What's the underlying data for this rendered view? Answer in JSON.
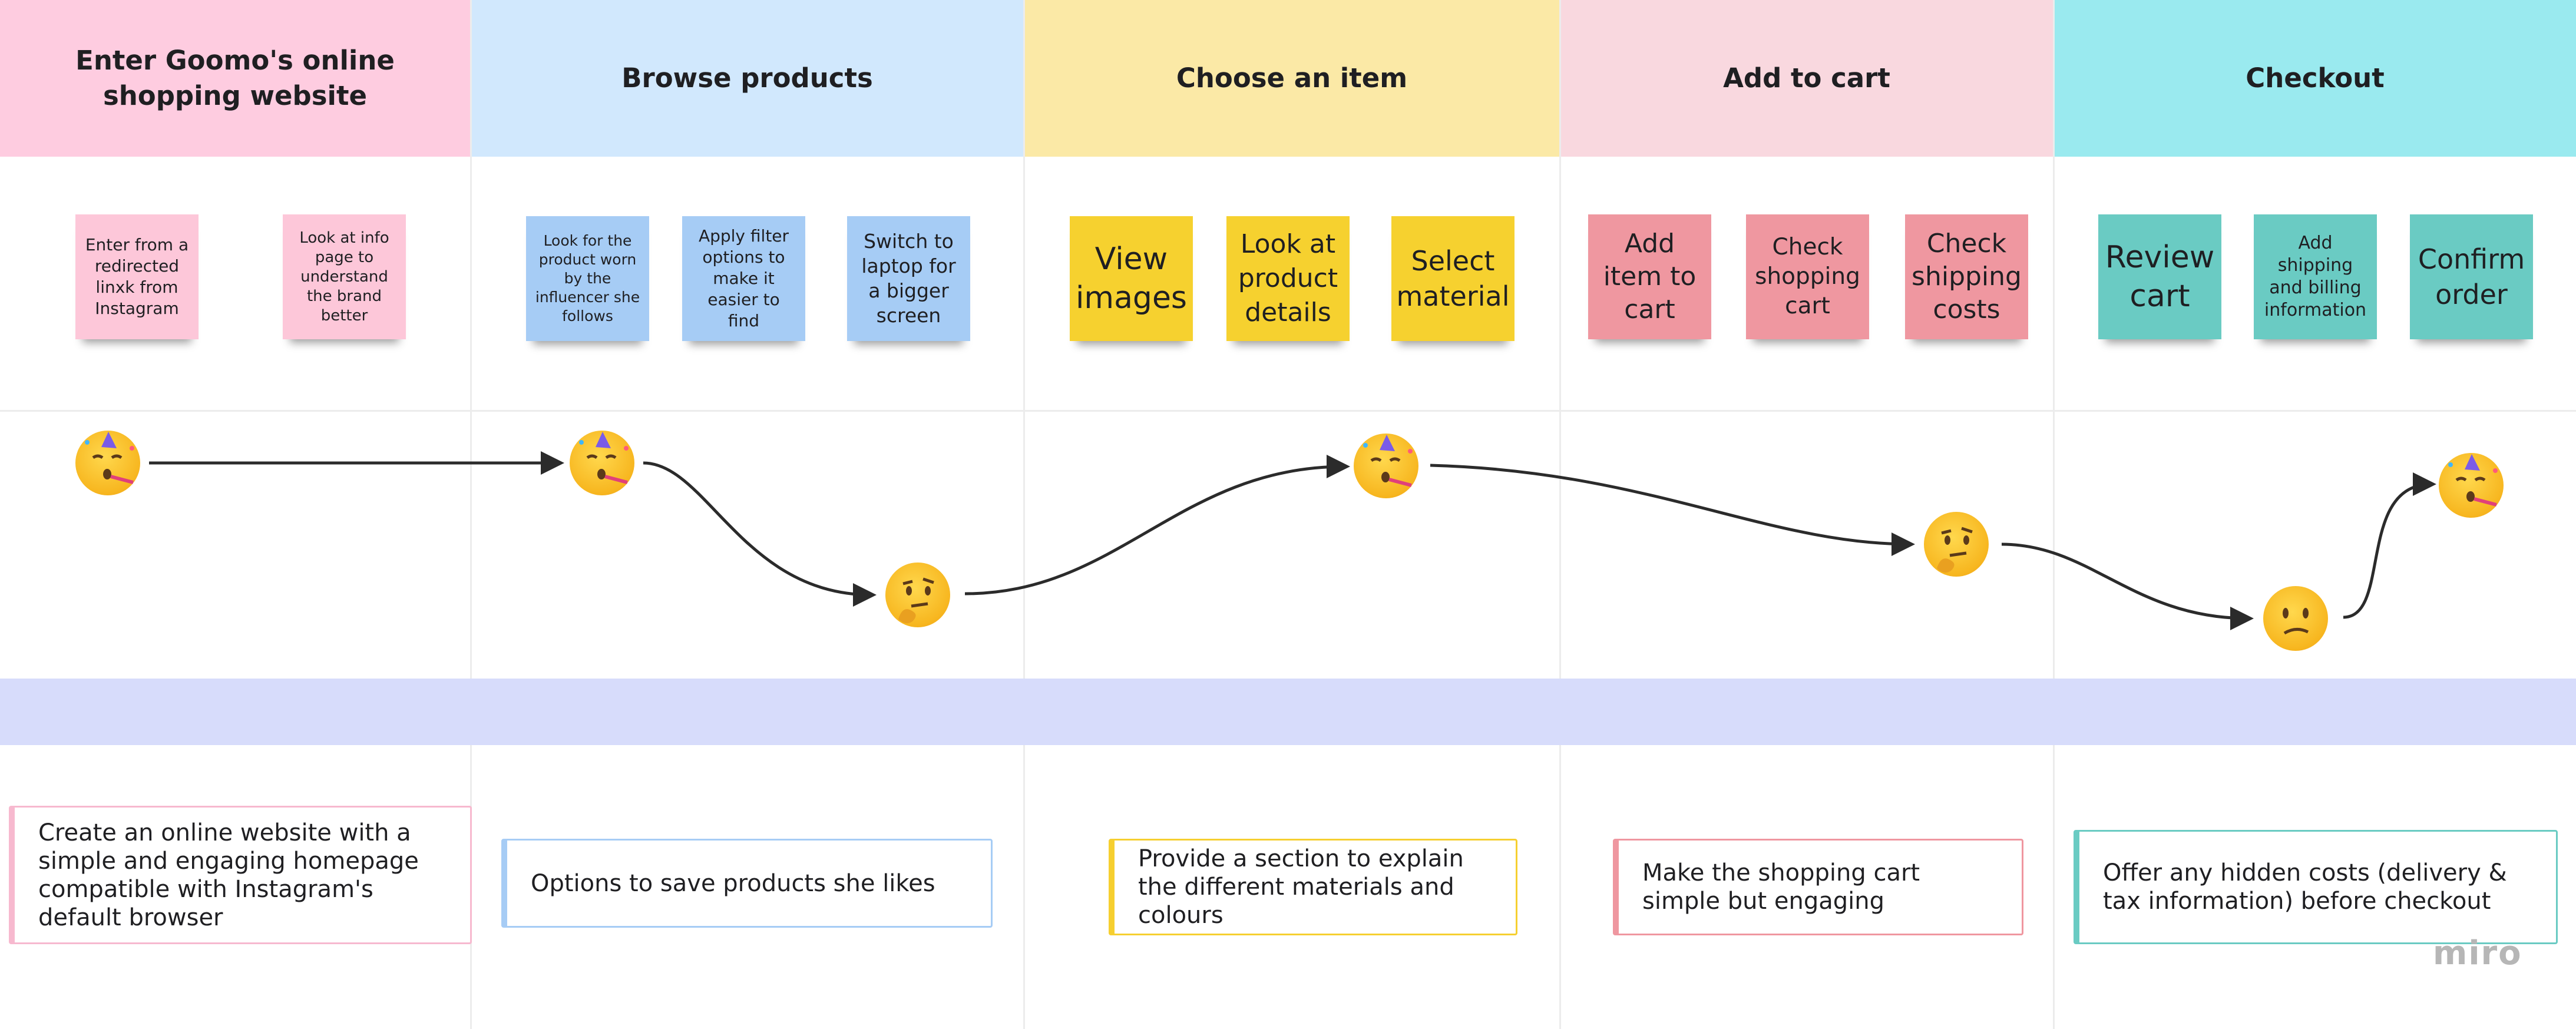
{
  "stages": [
    {
      "title": "Enter Goomo's online shopping website",
      "color": "#fecce0"
    },
    {
      "title": "Browse products",
      "color": "#d1e8fd"
    },
    {
      "title": "Choose an item",
      "color": "#fbe9a6"
    },
    {
      "title": "Add to cart",
      "color": "#f9d8df"
    },
    {
      "title": "Checkout",
      "color": "#9aeaef"
    }
  ],
  "stickies": [
    {
      "text": "Enter from a redirected linxk from Instagram",
      "color": "#fdc7d9"
    },
    {
      "text": "Look at info page to understand the brand better",
      "color": "#fdc7d9"
    },
    {
      "text": "Look for the product worn by the influencer she follows",
      "color": "#a6ccf5"
    },
    {
      "text": "Apply filter options to make it easier to find",
      "color": "#a6ccf5"
    },
    {
      "text": "Switch to laptop for a bigger screen",
      "color": "#a6ccf5"
    },
    {
      "text": "View images",
      "color": "#f6d12f"
    },
    {
      "text": "Look at product details",
      "color": "#f6d12f"
    },
    {
      "text": "Select material",
      "color": "#f6d12f"
    },
    {
      "text": "Add item to cart",
      "color": "#ef97a0"
    },
    {
      "text": "Check shopping cart",
      "color": "#ef97a0"
    },
    {
      "text": "Check shipping costs",
      "color": "#ef97a0"
    },
    {
      "text": "Review cart",
      "color": "#6acbc3"
    },
    {
      "text": "Add shipping and billing information",
      "color": "#6acbc3"
    },
    {
      "text": "Confirm order",
      "color": "#6acbc3"
    }
  ],
  "emotions": [
    "party-face",
    "party-face",
    "thinking-face",
    "party-face",
    "thinking-face",
    "confused-face",
    "party-face"
  ],
  "insights": [
    {
      "text": "Create an online website with a simple and engaging homepage compatible with Instagram's default browser",
      "color": "#f7b9cf"
    },
    {
      "text": "Options to save products she likes",
      "color": "#a6ccf5"
    },
    {
      "text": "Provide a section to explain the different materials and colours",
      "color": "#f6cf30"
    },
    {
      "text": "Make the shopping cart simple but engaging",
      "color": "#ef97a0"
    },
    {
      "text": "Offer any hidden costs (delivery & tax information) before checkout",
      "color": "#6acbc3"
    }
  ],
  "brand": "miro"
}
